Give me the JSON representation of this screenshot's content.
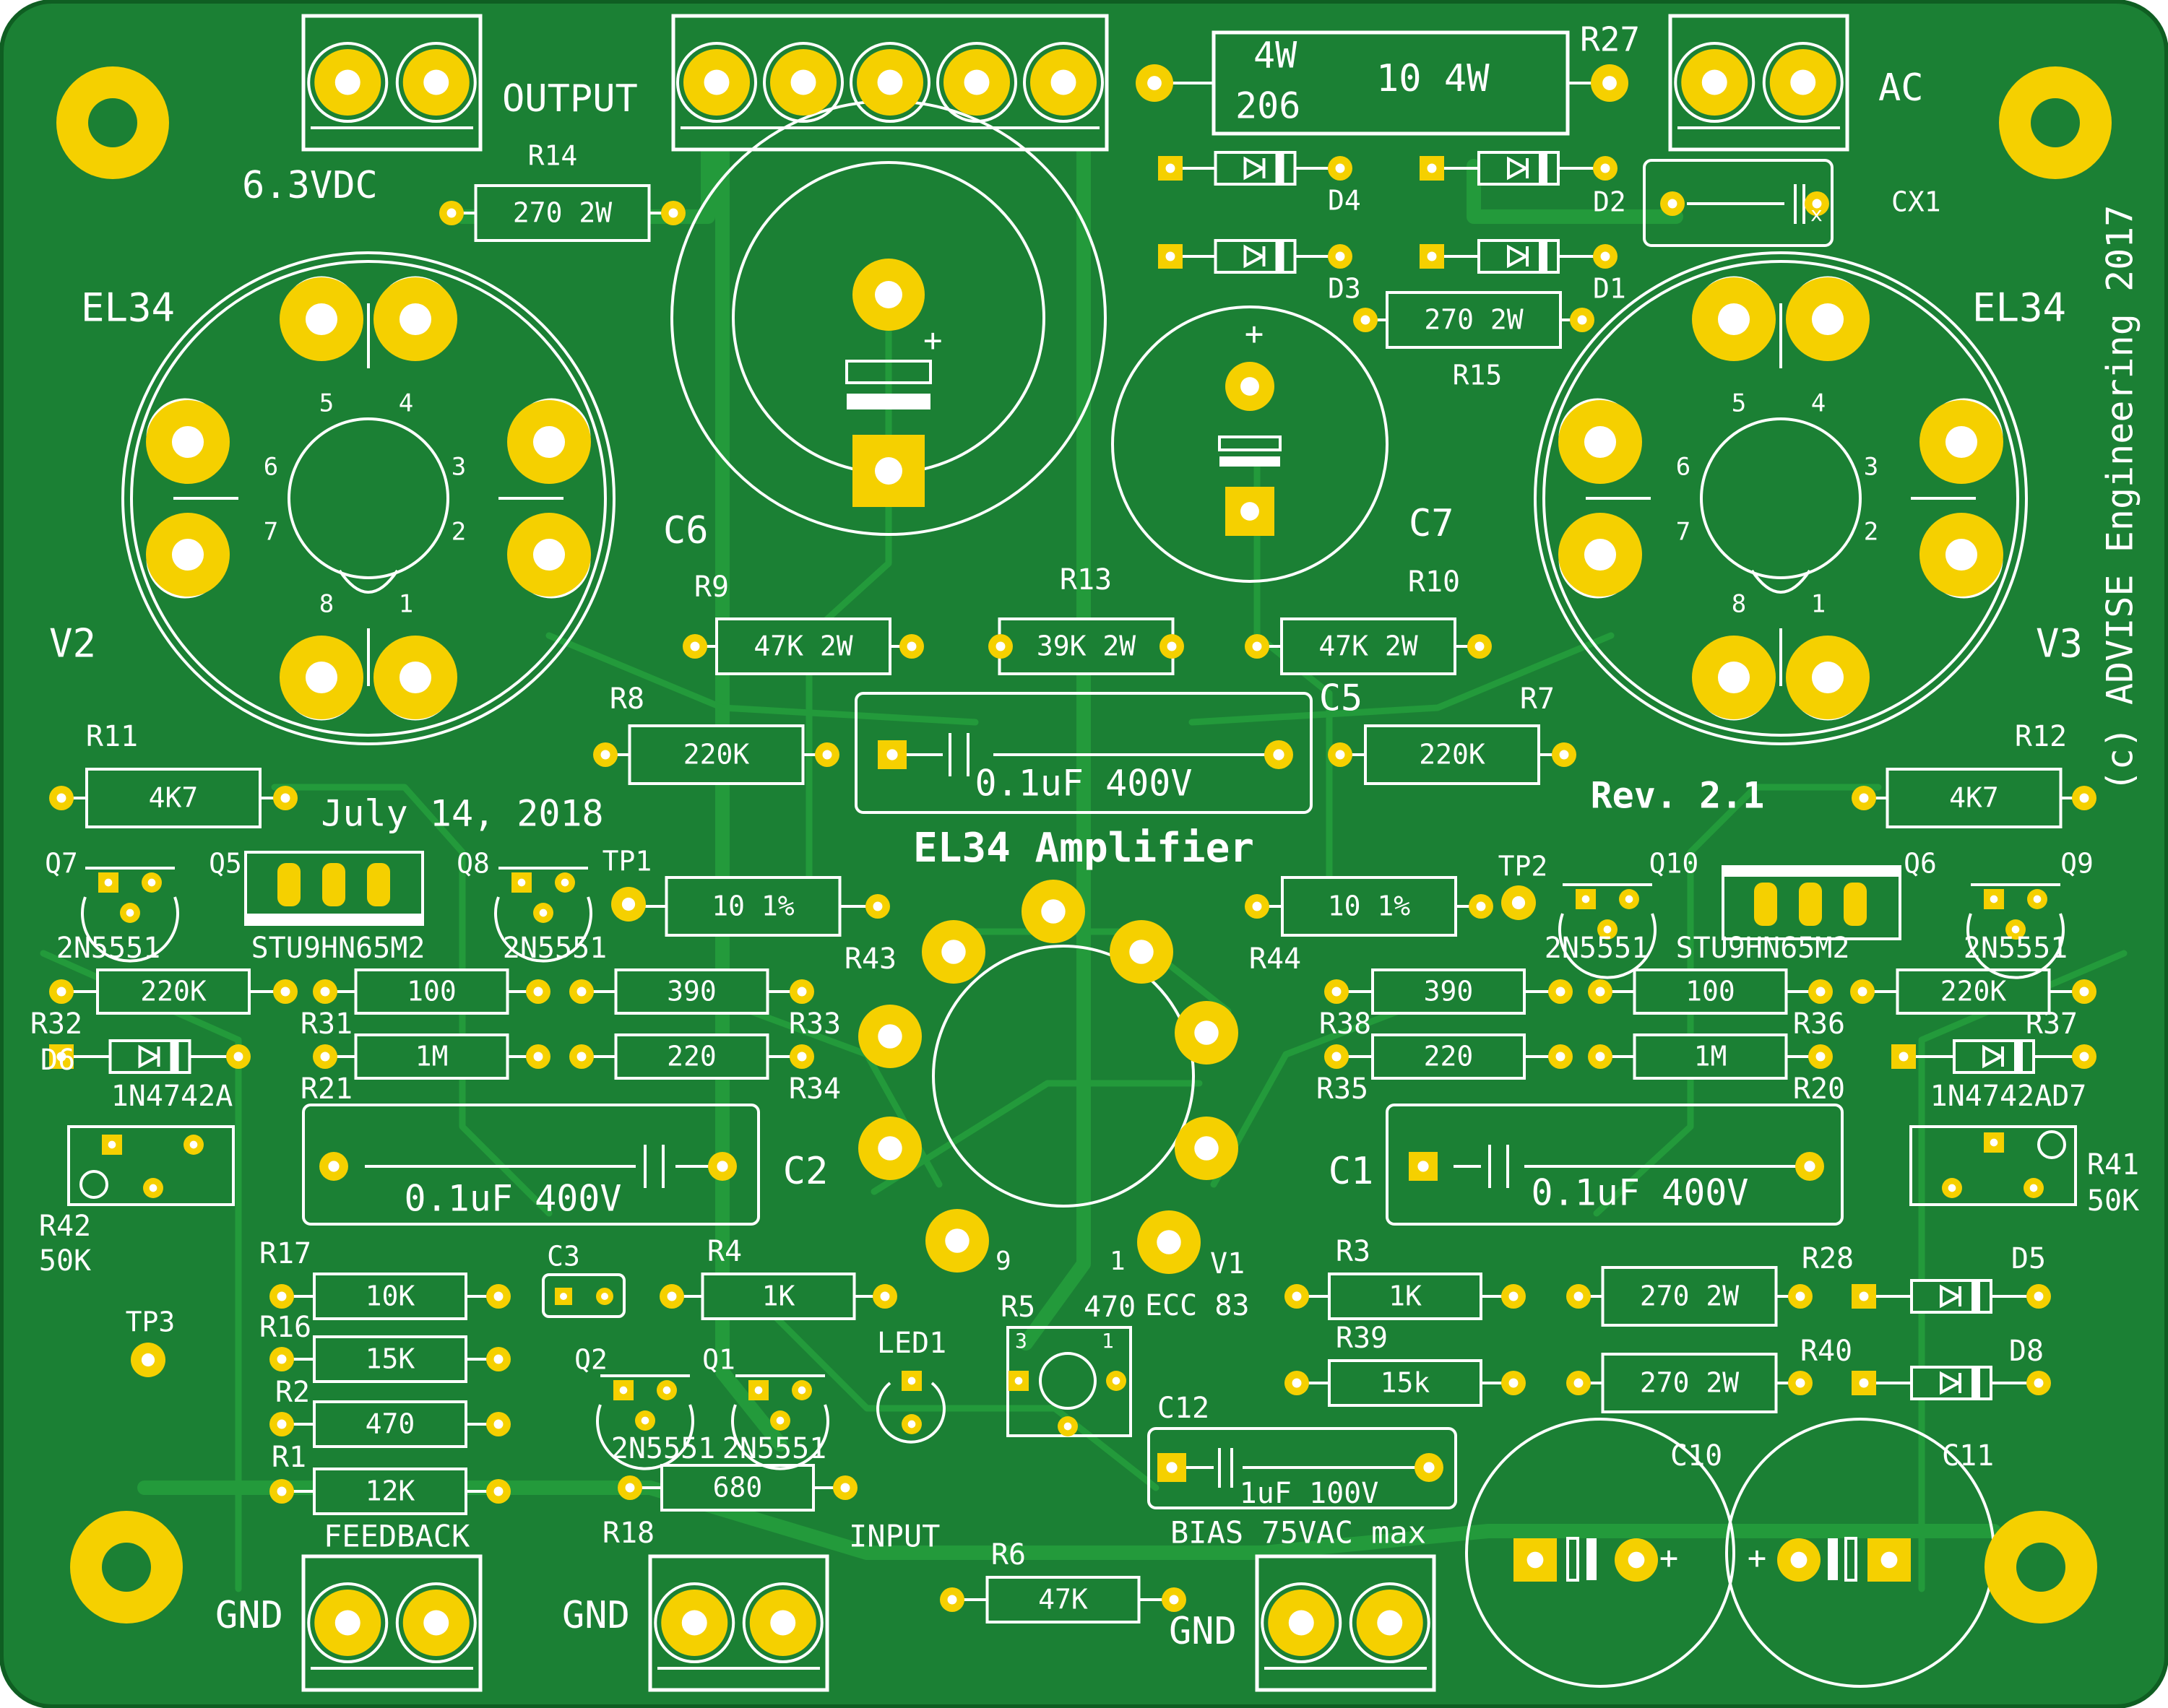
{
  "board": {
    "colors": {
      "board": "#1b8034",
      "edge": "#0f5e22",
      "copper": "#239a3b",
      "pad": "#f5d000",
      "silkscreen": "#ffffff"
    },
    "title": "EL34 Amplifier",
    "date": "July 14, 2018",
    "revision": "Rev. 2.1",
    "copyright": "(c) ADVISE Engineering 2017"
  },
  "connectors": {
    "heater": "6.3VDC",
    "output": "OUTPUT",
    "ac": "AC",
    "feedback": "FEEDBACK",
    "input": "INPUT",
    "bias": "BIAS 75VAC max",
    "gnd": "GND"
  },
  "tubes": {
    "left": {
      "type": "EL34",
      "ref": "V2"
    },
    "right": {
      "type": "EL34",
      "ref": "V3"
    },
    "pins": [
      "1",
      "2",
      "3",
      "4",
      "5",
      "6",
      "7",
      "8"
    ],
    "preamp": {
      "ref": "V1",
      "type": "ECC 83",
      "pin_first": "1",
      "pin_last": "9"
    }
  },
  "resistors": {
    "R1": {
      "ref": "R1",
      "value": "12K"
    },
    "R2": {
      "ref": "R2",
      "value": "470"
    },
    "R3": {
      "ref": "R3",
      "value": "1K"
    },
    "R4": {
      "ref": "R4",
      "value": "1K"
    },
    "R6": {
      "ref": "R6",
      "value": "47K"
    },
    "R7": {
      "ref": "R7",
      "value": "220K"
    },
    "R8": {
      "ref": "R8",
      "value": "220K"
    },
    "R9": {
      "ref": "R9",
      "value": "47K 2W"
    },
    "R10": {
      "ref": "R10",
      "value": "47K 2W"
    },
    "R11": {
      "ref": "R11",
      "value": "4K7"
    },
    "R12": {
      "ref": "R12",
      "value": "4K7"
    },
    "R13": {
      "ref": "R13",
      "value": "39K 2W"
    },
    "R14": {
      "ref": "R14",
      "value": "270 2W"
    },
    "R15": {
      "ref": "R15",
      "value": "270 2W"
    },
    "R16": {
      "ref": "R16",
      "value": "15K"
    },
    "R17": {
      "ref": "R17",
      "value": "10K"
    },
    "R18": {
      "ref": "R18",
      "value": "680"
    },
    "R20": {
      "ref": "R20",
      "value": "1M"
    },
    "R21": {
      "ref": "R21",
      "value": "1M"
    },
    "R27": {
      "ref": "R27",
      "value": "10 4W",
      "value2": "4W",
      "value3": "206"
    },
    "R28": {
      "ref": "R28",
      "value": "270 2W"
    },
    "R31": {
      "ref": "R31",
      "value": "100"
    },
    "R32": {
      "ref": "R32",
      "value": "220K"
    },
    "R33": {
      "ref": "R33",
      "value": "390"
    },
    "R34": {
      "ref": "R34",
      "value": "220"
    },
    "R35": {
      "ref": "R35",
      "value": "220"
    },
    "R36": {
      "ref": "R36",
      "value": "100"
    },
    "R37": {
      "ref": "R37",
      "value": "220K"
    },
    "R38": {
      "ref": "R38",
      "value": "390"
    },
    "R39": {
      "ref": "R39",
      "value": "15k"
    },
    "R40": {
      "ref": "R40",
      "value": "270 2W"
    },
    "R43": {
      "ref": "R43",
      "value": "10 1%"
    },
    "R44": {
      "ref": "R44",
      "value": "10 1%"
    }
  },
  "trimmers": {
    "R5": {
      "ref": "R5",
      "value": "470",
      "pin1": "1",
      "pin3": "3"
    },
    "R41": {
      "ref": "R41",
      "value": "50K"
    },
    "R42": {
      "ref": "R42",
      "value": "50K"
    }
  },
  "capacitors": {
    "C1": {
      "ref": "C1",
      "value": "0.1uF 400V"
    },
    "C2": {
      "ref": "C2",
      "value": "0.1uF 400V"
    },
    "C3": {
      "ref": "C3"
    },
    "C5": {
      "ref": "C5",
      "value": "0.1uF 400V"
    },
    "C6": {
      "ref": "C6",
      "plus": "+"
    },
    "C7": {
      "ref": "C7",
      "plus": "+"
    },
    "C10": {
      "ref": "C10",
      "plus": "+"
    },
    "C11": {
      "ref": "C11",
      "plus": "+"
    },
    "C12": {
      "ref": "C12",
      "value": "1uF 100V"
    },
    "CX1": {
      "ref": "CX1",
      "mark": "x"
    }
  },
  "diodes": {
    "D1": "D1",
    "D2": "D2",
    "D3": "D3",
    "D4": "D4",
    "D5": "D5",
    "D8": "D8",
    "D6": {
      "ref": "D6",
      "value": "1N4742A"
    },
    "D7": {
      "ref": "D7",
      "value": "1N4742AD7"
    }
  },
  "transistors": {
    "Q1": {
      "ref": "Q1",
      "value": "2N5551"
    },
    "Q2": {
      "ref": "Q2",
      "value": "2N5551"
    },
    "Q5": {
      "ref": "Q5",
      "value": "STU9HN65M2"
    },
    "Q6": {
      "ref": "Q6",
      "value": "STU9HN65M2"
    },
    "Q7": {
      "ref": "Q7",
      "value": "2N5551"
    },
    "Q8": {
      "ref": "Q8",
      "value": "2N5551"
    },
    "Q9": {
      "ref": "Q9",
      "value": "2N5551"
    },
    "Q10": {
      "ref": "Q10",
      "value": "2N5551"
    }
  },
  "misc": {
    "TP1": "TP1",
    "TP2": "TP2",
    "TP3": "TP3",
    "LED1": "LED1"
  }
}
